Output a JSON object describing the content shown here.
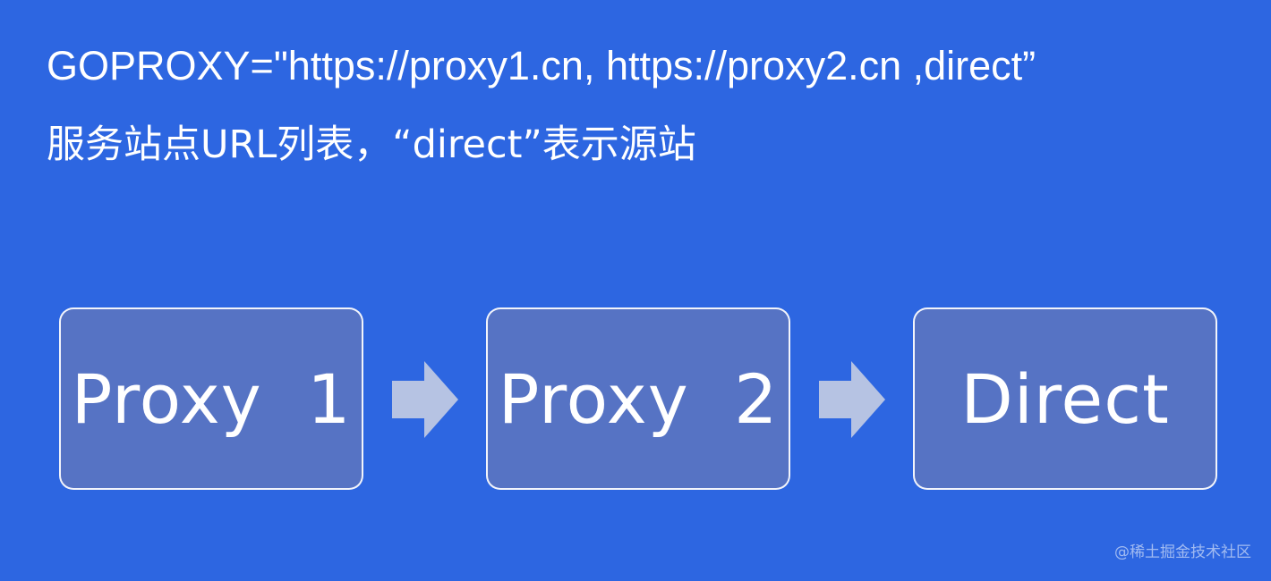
{
  "colors": {
    "background": "#2d66e1",
    "box_fill": "#5673c4",
    "box_border": "#ffffff",
    "arrow_fill": "#b6c3e3",
    "text": "#ffffff"
  },
  "heading": {
    "line1": "GOPROXY=\"https://proxy1.cn, https://proxy2.cn ,direct”",
    "line2": "服务站点URL列表，“direct”表示源站"
  },
  "nodes": [
    {
      "label": "Proxy  1"
    },
    {
      "label": "Proxy  2"
    },
    {
      "label": "Direct"
    }
  ],
  "arrows": [
    {
      "icon": "right-arrow-icon"
    },
    {
      "icon": "right-arrow-icon"
    }
  ],
  "watermark": "@稀土掘金技术社区"
}
